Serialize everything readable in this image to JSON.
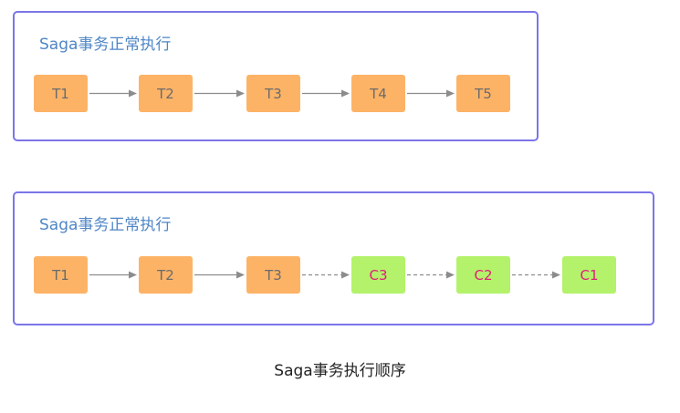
{
  "diagrams": [
    {
      "title": "Saga事务正常执行",
      "steps": [
        {
          "label": "T1",
          "kind": "forward"
        },
        {
          "label": "T2",
          "kind": "forward"
        },
        {
          "label": "T3",
          "kind": "forward"
        },
        {
          "label": "T4",
          "kind": "forward"
        },
        {
          "label": "T5",
          "kind": "forward"
        }
      ],
      "links": [
        {
          "from": "T1",
          "to": "T2",
          "style": "solid"
        },
        {
          "from": "T2",
          "to": "T3",
          "style": "solid"
        },
        {
          "from": "T3",
          "to": "T4",
          "style": "solid"
        },
        {
          "from": "T4",
          "to": "T5",
          "style": "solid"
        }
      ]
    },
    {
      "title": "Saga事务正常执行",
      "steps": [
        {
          "label": "T1",
          "kind": "forward"
        },
        {
          "label": "T2",
          "kind": "forward"
        },
        {
          "label": "T3",
          "kind": "forward"
        },
        {
          "label": "C3",
          "kind": "compensate"
        },
        {
          "label": "C2",
          "kind": "compensate"
        },
        {
          "label": "C1",
          "kind": "compensate"
        }
      ],
      "links": [
        {
          "from": "T1",
          "to": "T2",
          "style": "solid"
        },
        {
          "from": "T2",
          "to": "T3",
          "style": "solid"
        },
        {
          "from": "T3",
          "to": "C3",
          "style": "dashed"
        },
        {
          "from": "C3",
          "to": "C2",
          "style": "dashed"
        },
        {
          "from": "C2",
          "to": "C1",
          "style": "dashed"
        }
      ]
    }
  ],
  "caption": "Saga事务执行顺序",
  "colors": {
    "panel_border": "#7b75e8",
    "title": "#4f86c6",
    "forward_fill": "#fdb366",
    "forward_text": "#6b6b6b",
    "compensate_fill": "#b3f26a",
    "compensate_text": "#e0207a",
    "arrow": "#8c8c8c"
  }
}
